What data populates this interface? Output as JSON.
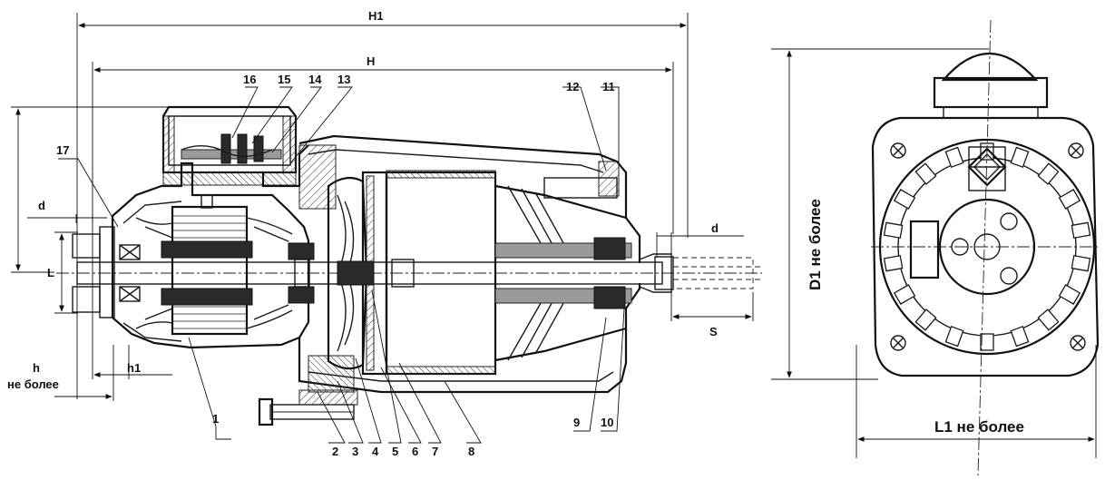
{
  "dimensions": {
    "H1": "H1",
    "H": "H",
    "d_left": "d",
    "d_right": "d",
    "L": "L",
    "h": "h",
    "h_note": "не более",
    "h1": "h1",
    "S": "S",
    "D1": "D1 не более",
    "L1": "L1 не более"
  },
  "callouts": {
    "p1": "1",
    "p2": "2",
    "p3": "3",
    "p4": "4",
    "p5": "5",
    "p6": "6",
    "p7": "7",
    "p8": "8",
    "p9": "9",
    "p10": "10",
    "p11": "11",
    "p12": "12",
    "p13": "13",
    "p14": "14",
    "p15": "15",
    "p16": "16",
    "p17": "17"
  }
}
